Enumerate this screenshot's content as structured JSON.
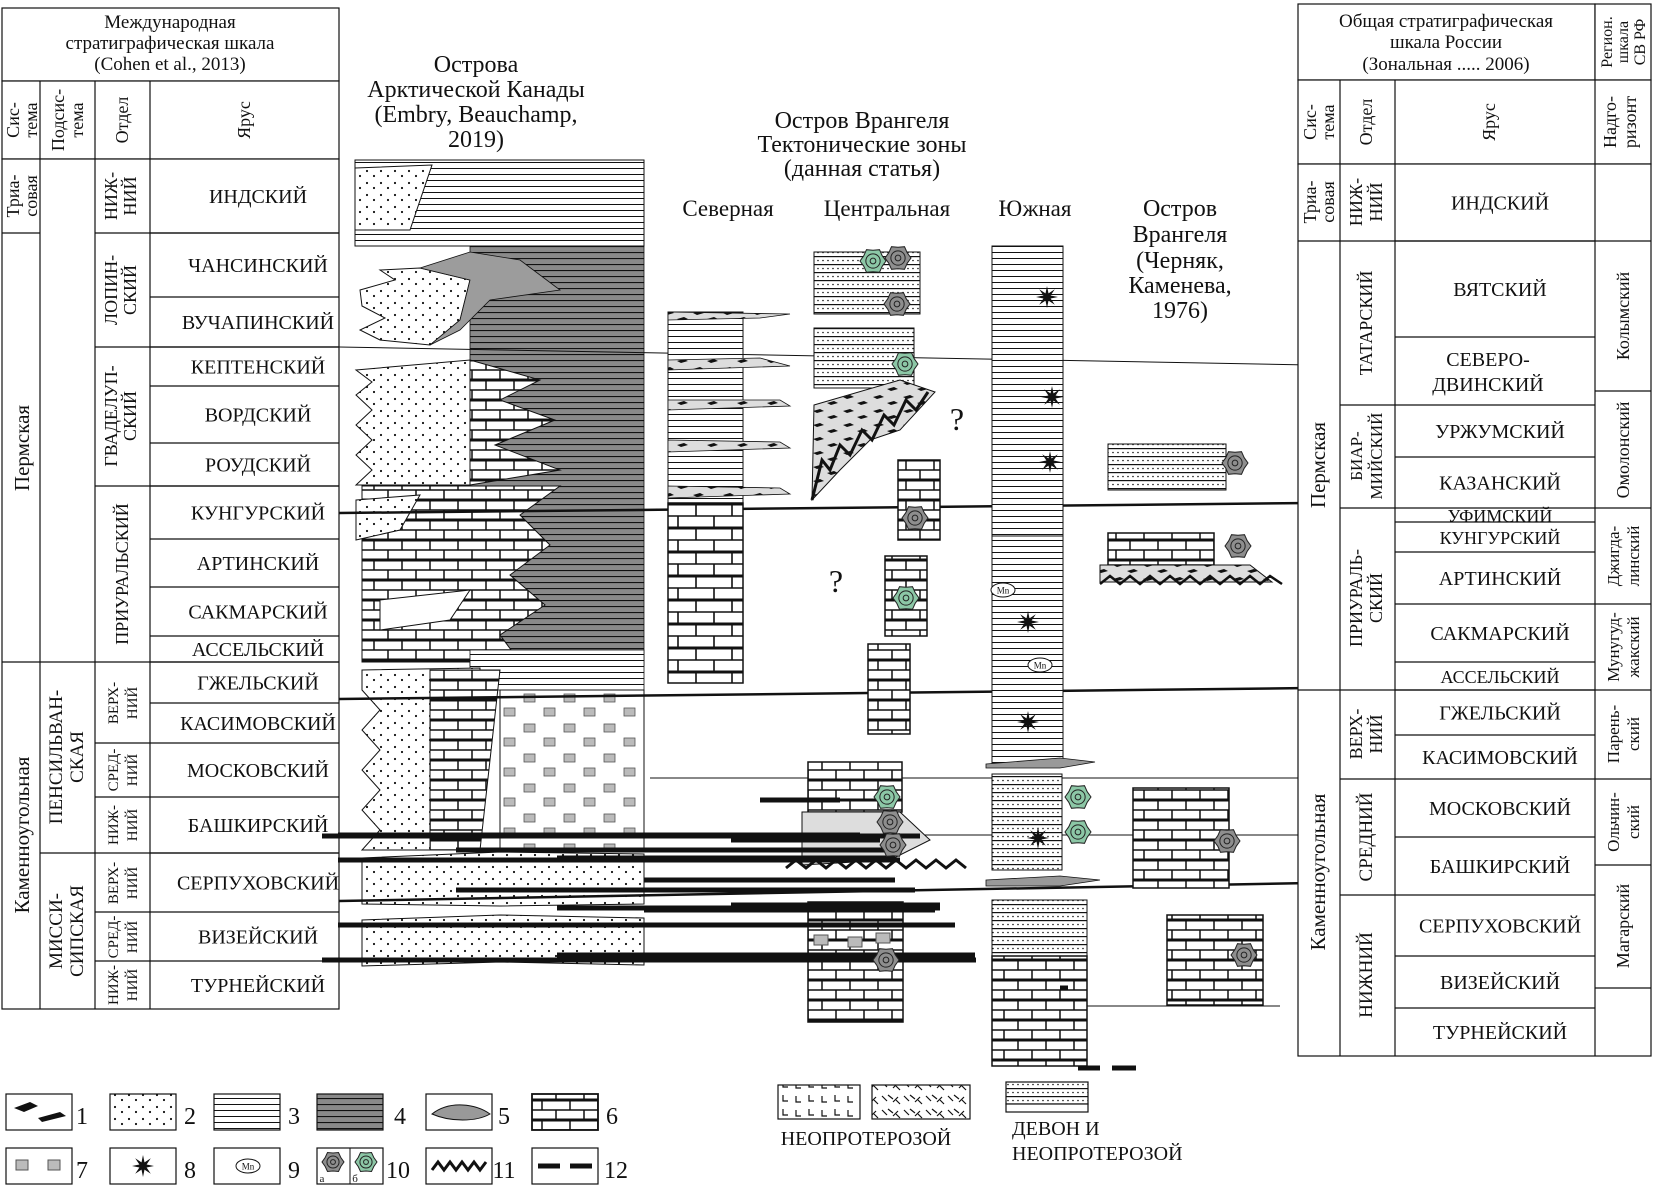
{
  "intl_scale": {
    "header": [
      "Международная",
      "стратиграфическая шкала",
      "(Cohen et al., 2013)"
    ],
    "col_labels": {
      "system": [
        "Сис-",
        "тема"
      ],
      "subsystem": [
        "Подсис-",
        "тема"
      ],
      "series": "Отдел",
      "stage": "Ярус"
    },
    "systems": [
      "Триа-",
      "совая",
      "Пермская",
      "Каменноугольная"
    ],
    "subsystems": [
      "ПЕНСИЛЬВАН-",
      "СКАЯ",
      "МИССИ-",
      "СИПСКАЯ"
    ],
    "series": [
      "НИЖ-",
      "НИЙ",
      "ЛОПИН-",
      "СКИЙ",
      "ГВАДЕЛУП-",
      "СКИЙ",
      "ПРИУРАЛЬСКИЙ",
      "ВЕРХ-",
      "НИЙ",
      "СРЕД-",
      "НИЙ",
      "НИЖ-",
      "НИЙ",
      "ВЕРХ-",
      "НИЙ",
      "СРЕД-",
      "НИЙ",
      "НИЖ-",
      "НИЙ"
    ],
    "stages": [
      "ИНДСКИЙ",
      "ЧАНСИНСКИЙ",
      "ВУЧАПИНСКИЙ",
      "КЕПТЕНСКИЙ",
      "ВОРДСКИЙ",
      "РОУДСКИЙ",
      "КУНГУРСКИЙ",
      "АРТИНСКИЙ",
      "САКМАРСКИЙ",
      "АССЕЛЬСКИЙ",
      "ГЖЕЛЬСКИЙ",
      "КАСИМОВСКИЙ",
      "МОСКОВСКИЙ",
      "БАШКИРСКИЙ",
      "СЕРПУХОВСКИЙ",
      "ВИЗЕЙСКИЙ",
      "ТУРНЕЙСКИЙ"
    ]
  },
  "columns": {
    "canada_title": [
      "Острова",
      "Арктической Канады",
      "(Embry, Beauchamp,",
      "2019)"
    ],
    "wrangel_title": [
      "Остров Врангеля",
      "Тектонические зоны",
      "(данная статья)"
    ],
    "zones": [
      "Северная",
      "Центральная",
      "Южная"
    ],
    "cherniak_title": [
      "Остров",
      "Врангеля",
      "(Черняк,",
      "Каменева,",
      "1976)"
    ],
    "question_mark": "?"
  },
  "russia_scale": {
    "header": [
      "Общая стратиграфическая",
      "шкала России",
      "(Зональная ..... 2006)"
    ],
    "regional_header": [
      "Регион.",
      "шкала",
      "СВ РФ"
    ],
    "col_labels": {
      "system": [
        "Сис-",
        "тема"
      ],
      "series": "Отдел",
      "stage": "Ярус",
      "horizon": [
        "Надго-",
        "ризонт"
      ]
    },
    "systems": [
      "Триа-",
      "совая",
      "Пермская",
      "Каменноугольная"
    ],
    "series": [
      "НИЖ-",
      "НИЙ",
      "ТАТАРСКИЙ",
      "БИАР-",
      "МИЙСКИЙ",
      "ПРИУРАЛЬ-",
      "СКИЙ",
      "ВЕРХ-",
      "НИЙ",
      "СРЕДНИЙ",
      "НИЖНИЙ"
    ],
    "stages": [
      "ИНДСКИЙ",
      "ВЯТСКИЙ",
      "СЕВЕРО-",
      "ДВИНСКИЙ",
      "УРЖУМСКИЙ",
      "КАЗАНСКИЙ",
      "УФИМСКИЙ",
      "КУНГУРСКИЙ",
      "АРТИНСКИЙ",
      "САКМАРСКИЙ",
      "АССЕЛЬСКИЙ",
      "ГЖЕЛЬСКИЙ",
      "КАСИМОВСКИЙ",
      "МОСКОВСКИЙ",
      "БАШКИРСКИЙ",
      "СЕРПУХОВСКИЙ",
      "ВИЗЕЙСКИЙ",
      "ТУРНЕЙСКИЙ"
    ],
    "horizons": [
      "Колымский",
      "Омолонский",
      "Джигда-",
      "линский",
      "Мунугуд-",
      "жакский",
      "Парень-",
      "ский",
      "Ольчин-",
      "ский",
      "Магарский"
    ]
  },
  "legend": {
    "numbers": [
      "1",
      "2",
      "3",
      "4",
      "5",
      "6",
      "7",
      "8",
      "9",
      "10",
      "11",
      "12"
    ],
    "sub_a": "а",
    "sub_b": "б",
    "mn": "Mn",
    "neoproterozoic": "НЕОПРОТЕРОЗОЙ",
    "devonian": [
      "ДЕВОН И",
      "НЕОПРОТЕРОЗОЙ"
    ]
  }
}
